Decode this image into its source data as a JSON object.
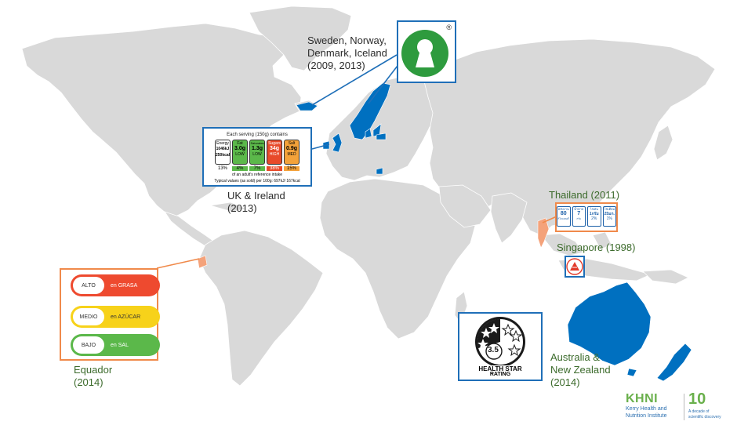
{
  "colors": {
    "land": "#d9d9d9",
    "highlight": "#0070c0",
    "box_border": "#1f6fb8",
    "orange_border": "#f08a4b",
    "keyhole_green": "#2e9b3e"
  },
  "labels": {
    "nordic": "Sweden, Norway,\nDenmark, Iceland\n(2009, 2013)",
    "uk": "UK & Ireland\n(2013)",
    "thailand": "Thailand (2011)",
    "singapore": "Singapore (1998)",
    "australia": "Australia &\nNew Zealand\n(2014)",
    "ecuador": "Equador\n(2014)"
  },
  "keyhole": {
    "registered_mark": "®"
  },
  "uk_label": {
    "title": "Each serving (150g) contains",
    "cells": [
      {
        "name": "Energy",
        "value": "1046kJ 250kcal",
        "level": "",
        "pct": "13%"
      },
      {
        "name": "Fat",
        "value": "3.0g",
        "level": "LOW",
        "pct": "4%"
      },
      {
        "name": "Saturates",
        "value": "1.3g",
        "level": "LOW",
        "pct": "7%"
      },
      {
        "name": "Sugars",
        "value": "34g",
        "level": "HIGH",
        "pct": "38%"
      },
      {
        "name": "Salt",
        "value": "0.9g",
        "level": "MED",
        "pct": "15%"
      }
    ],
    "footer1": "of an adult's reference intake",
    "footer2": "Typical values (as sold) per 100g: 697kJ/ 167kcal"
  },
  "thailand_label": {
    "cells": [
      {
        "name": "พลังงาน",
        "value": "80",
        "unit": "กิโลแคลอรี"
      },
      {
        "name": "น้ำตาล",
        "value": "7",
        "unit": "กรัม"
      },
      {
        "name": "ไขมัน",
        "value": "1กรัม",
        "unit": "2%"
      },
      {
        "name": "โซเดียม",
        "value": "25มก.",
        "unit": "1%"
      }
    ]
  },
  "ecuador_label": {
    "rows": [
      {
        "level": "ALTO",
        "text": "en GRASA",
        "color": "#ee4a2f"
      },
      {
        "level": "MEDIO",
        "text": "en AZÚCAR",
        "color": "#f7d21a"
      },
      {
        "level": "BAJO",
        "text": "en SAL",
        "color": "#5bb84a"
      }
    ]
  },
  "health_star": {
    "rating": "3.5",
    "line1": "HEALTH STAR",
    "line2": "RATING"
  },
  "logo": {
    "name": "KHNI",
    "subtitle1": "Kerry Health and",
    "subtitle2": "Nutrition Institute",
    "years": "10",
    "tagline1": "A decade of",
    "tagline2": "scientific discovery"
  }
}
